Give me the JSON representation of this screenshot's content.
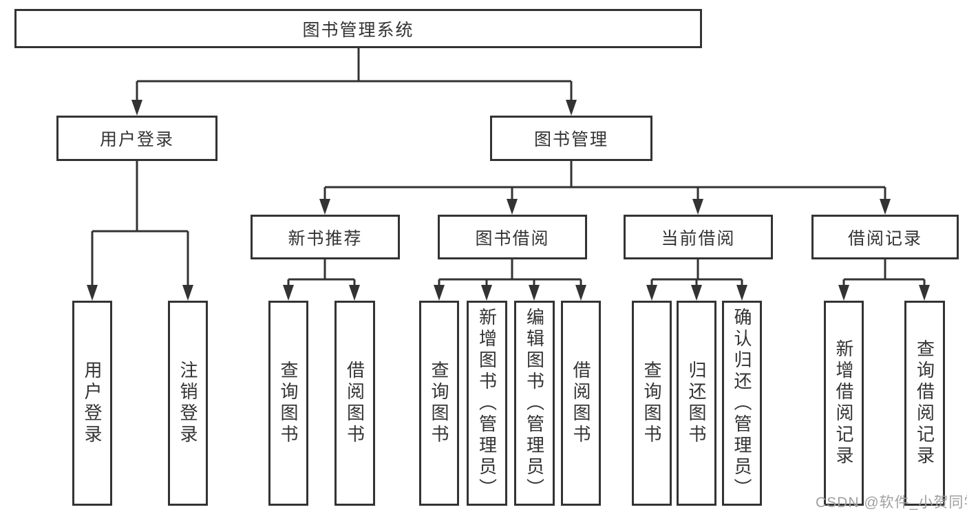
{
  "watermark": {
    "text": "CSDN @软件_小贺同学"
  },
  "colors": {
    "line": "#333333",
    "box_border": "#333333",
    "text": "#333333",
    "watermark": "#a0a0a0",
    "background": "#ffffff"
  },
  "tree": {
    "label": "图书管理系统",
    "children": [
      {
        "label": "用户登录",
        "children": [
          {
            "label": "用户登录"
          },
          {
            "label": "注销登录"
          }
        ]
      },
      {
        "label": "图书管理",
        "children": [
          {
            "label": "新书推荐",
            "children": [
              {
                "label": "查询图书"
              },
              {
                "label": "借阅图书"
              }
            ]
          },
          {
            "label": "图书借阅",
            "children": [
              {
                "label": "查询图书"
              },
              {
                "label": "新增图书（管理员）"
              },
              {
                "label": "编辑图书（管理员）"
              },
              {
                "label": "借阅图书"
              }
            ]
          },
          {
            "label": "当前借阅",
            "children": [
              {
                "label": "查询图书"
              },
              {
                "label": "归还图书"
              },
              {
                "label": "确认归还（管理员）"
              }
            ]
          },
          {
            "label": "借阅记录",
            "children": [
              {
                "label": "新增借阅记录"
              },
              {
                "label": "查询借阅记录"
              }
            ]
          }
        ]
      }
    ]
  }
}
